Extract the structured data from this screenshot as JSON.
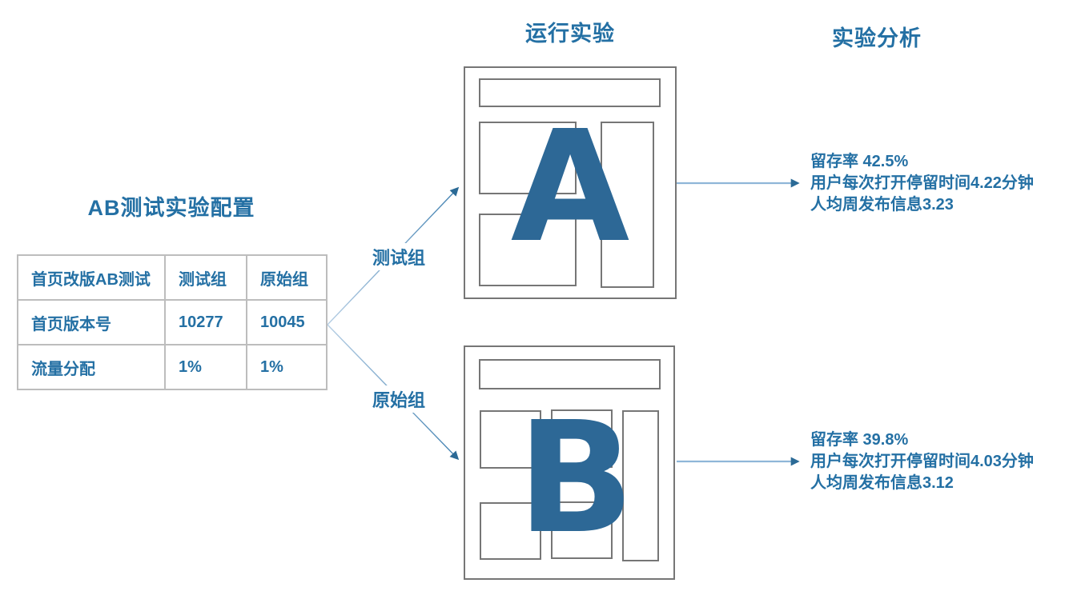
{
  "colors": {
    "accent": "#2470A4",
    "letter_fill": "#2D6896",
    "arrow_line_light": "#8FB6D8",
    "arrow_head_dark": "#2B6A96",
    "wireframe_border": "#767676",
    "table_border": "#BDBDBD"
  },
  "config_section": {
    "title": "AB测试实验配置",
    "table": {
      "header": [
        "首页改版AB测试",
        "测试组",
        "原始组"
      ],
      "rows": [
        [
          "首页版本号",
          "10277",
          "10045"
        ],
        [
          "流量分配",
          "1%",
          "1%"
        ]
      ]
    }
  },
  "run_section": {
    "title": "运行实验",
    "variant_a": {
      "letter": "A"
    },
    "variant_b": {
      "letter": "B"
    }
  },
  "branch_labels": {
    "test_group": "测试组",
    "control_group": "原始组"
  },
  "analysis_section": {
    "title": "实验分析",
    "group_a": {
      "lines": [
        "留存率 42.5%",
        "用户每次打开停留时间4.22分钟",
        "人均周发布信息3.23"
      ]
    },
    "group_b": {
      "lines": [
        "留存率 39.8%",
        "用户每次打开停留时间4.03分钟",
        "人均周发布信息3.12"
      ]
    }
  }
}
